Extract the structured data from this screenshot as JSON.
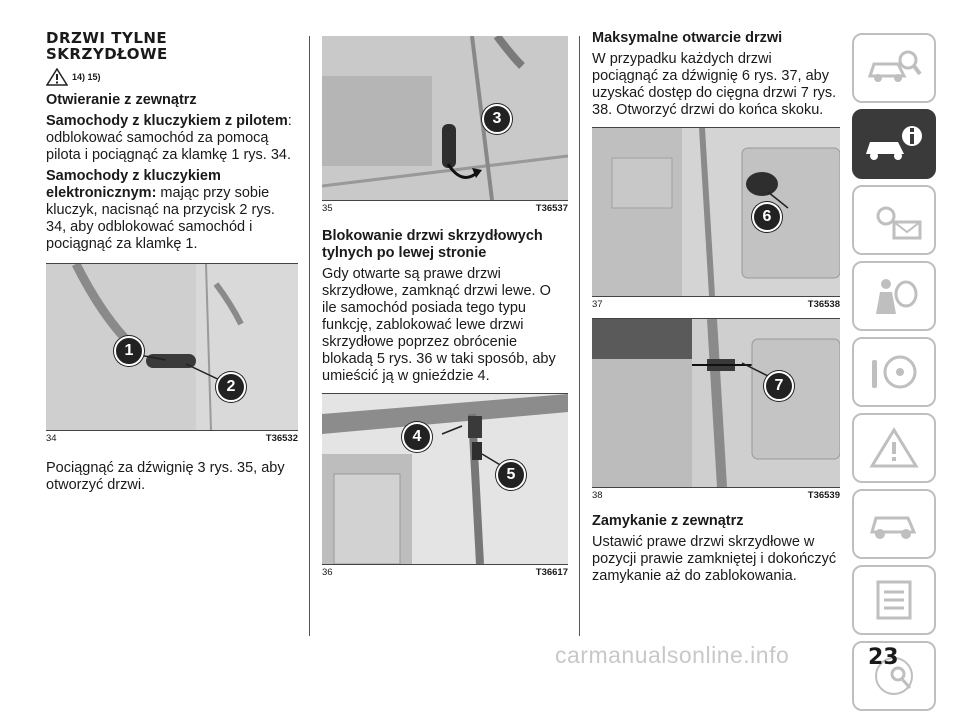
{
  "section_title": "DRZWI TYLNE\nSKRZYDŁOWE",
  "warning_refs": "14) 15)",
  "col1": {
    "h_open_outside": "Otwieranie z zewnątrz",
    "p1_bold": "Samochody z kluczykiem z pilotem",
    "p1_text": ": odblokować samochód za pomocą pilota i pociągnąć za klamkę 1 rys. 34.",
    "p2_bold": "Samochody z kluczykiem elektronicznym:",
    "p2_text": " mając przy sobie kluczyk, nacisnąć na przycisk 2 rys. 34, aby odblokować samochód i pociągnąć za klamkę 1.",
    "fig34": {
      "num": "34",
      "code": "T36532",
      "callouts": [
        "1",
        "2"
      ]
    },
    "p3": "Pociągnąć za dźwignię 3 rys. 35, aby otworzyć drzwi."
  },
  "col2": {
    "fig35": {
      "num": "35",
      "code": "T36537",
      "callouts": [
        "3"
      ]
    },
    "h_lock_left": "Blokowanie drzwi skrzydłowych tylnych po lewej stronie",
    "p1": "Gdy otwarte są prawe drzwi skrzydłowe, zamknąć drzwi lewe. O ile samochód posiada tego typu funkcję, zablokować lewe drzwi skrzydłowe poprzez obrócenie blokadą 5 rys. 36 w taki sposób, aby umieścić ją w gnieździe 4.",
    "fig36": {
      "num": "36",
      "code": "T36617",
      "callouts": [
        "4",
        "5"
      ]
    }
  },
  "col3": {
    "h_max_open": "Maksymalne otwarcie drzwi",
    "p1": "W przypadku każdych drzwi pociągnąć za dźwignię 6 rys. 37, aby uzyskać dostęp do cięgna drzwi 7 rys. 38. Otworzyć drzwi do końca skoku.",
    "fig37": {
      "num": "37",
      "code": "T36538",
      "callouts": [
        "6"
      ]
    },
    "fig38": {
      "num": "38",
      "code": "T36539",
      "callouts": [
        "7"
      ]
    },
    "h_close_outside": "Zamykanie z zewnątrz",
    "p2": "Ustawić prawe drzwi skrzydłowe w pozycji prawie zamkniętej i dokończyć zamykanie aż do zablokowania."
  },
  "sidebar_tabs": [
    "car-search-icon",
    "car-info-icon",
    "warning-lights-icon",
    "airbag-person-icon",
    "steering-wheel-icon",
    "road-warning-icon",
    "car-service-icon",
    "checklist-icon",
    "alphabet-index-icon"
  ],
  "page_number": "23",
  "watermark": "carmanualsonline.info"
}
